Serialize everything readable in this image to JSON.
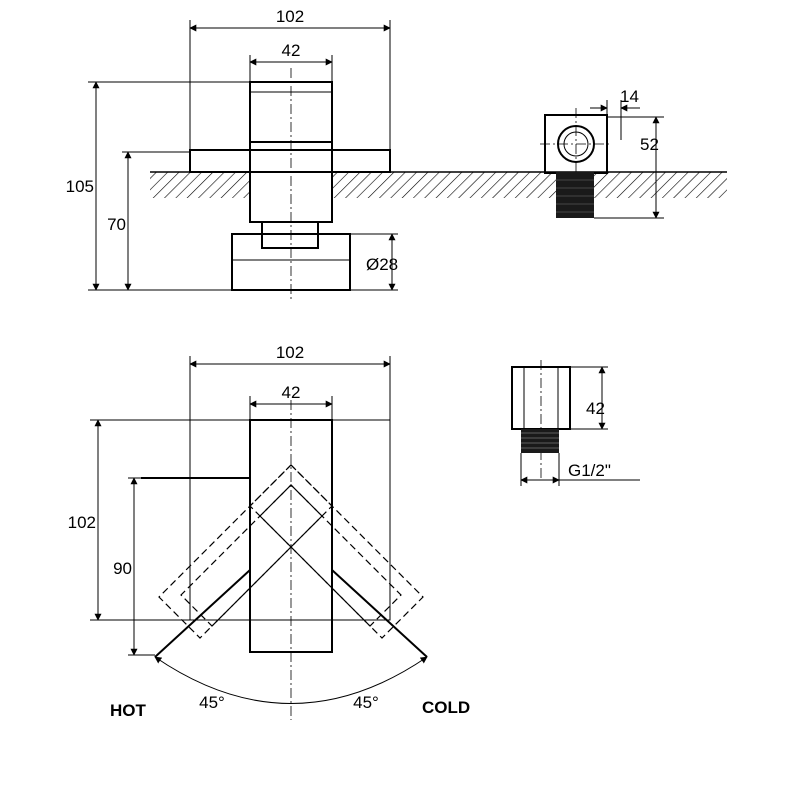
{
  "top_view": {
    "dim_width_outer": "102",
    "dim_width_inner": "42",
    "dim_height_total": "105",
    "dim_height_above_wall": "70",
    "dim_diameter": "Ø28"
  },
  "side_detail": {
    "dim_offset": "14",
    "dim_height": "52"
  },
  "front_view": {
    "dim_width_outer": "102",
    "dim_width_inner": "42",
    "dim_height_outer": "102",
    "dim_height_inner": "90",
    "angle_left": "45°",
    "angle_right": "45°",
    "label_hot": "HOT",
    "label_cold": "COLD"
  },
  "connector_detail": {
    "dim_height": "42",
    "dim_thread": "G1/2\""
  }
}
